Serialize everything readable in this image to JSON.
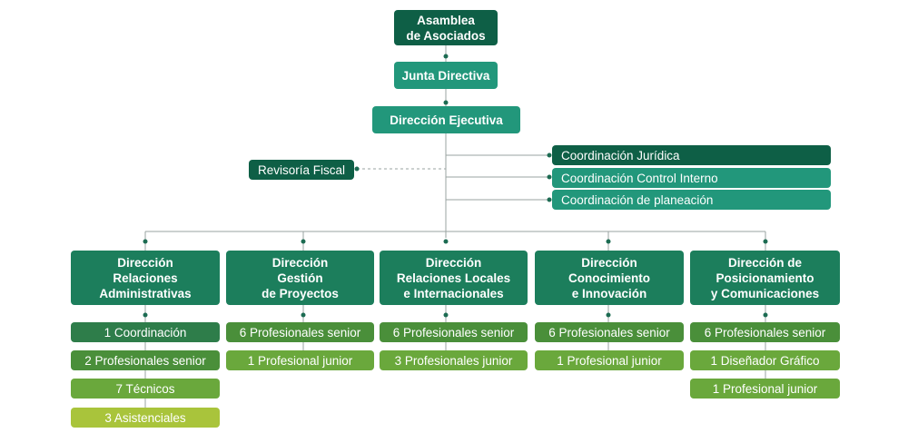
{
  "top": {
    "asamblea": "Asamblea\nde Asociados",
    "junta": "Junta Directiva",
    "direccion_ejecutiva": "Dirección Ejecutiva"
  },
  "side": {
    "revisoria": "Revisoría Fiscal",
    "juridica": "Coordinación Jurídica",
    "control": "Coordinación Control Interno",
    "planeacion": "Coordinación de planeación"
  },
  "directions": [
    {
      "title": "Dirección\nRelaciones\nAdministrativas",
      "items": [
        "1 Coordinación",
        "2 Profesionales senior",
        "7 Técnicos",
        "3 Asistenciales"
      ]
    },
    {
      "title": "Dirección\nGestión\nde Proyectos",
      "items": [
        "6 Profesionales senior",
        "1 Profesional junior"
      ]
    },
    {
      "title": "Dirección\nRelaciones Locales\ne Internacionales",
      "items": [
        "6 Profesionales senior",
        "3 Profesionales junior"
      ]
    },
    {
      "title": "Dirección\nConocimiento\ne Innovación",
      "items": [
        "6 Profesionales senior",
        "1 Profesional junior"
      ]
    },
    {
      "title": "Dirección de\nPosicionamiento\ny Comunicaciones",
      "items": [
        "6 Profesionales senior",
        "1 Diseñador Gráfico",
        "1 Profesional junior"
      ]
    }
  ],
  "colors": {
    "dark": "#0e5f46",
    "mid": "#1c7e5c",
    "teal": "#22977b",
    "line": "#9aa3a0",
    "dot": "#1c6b52"
  }
}
